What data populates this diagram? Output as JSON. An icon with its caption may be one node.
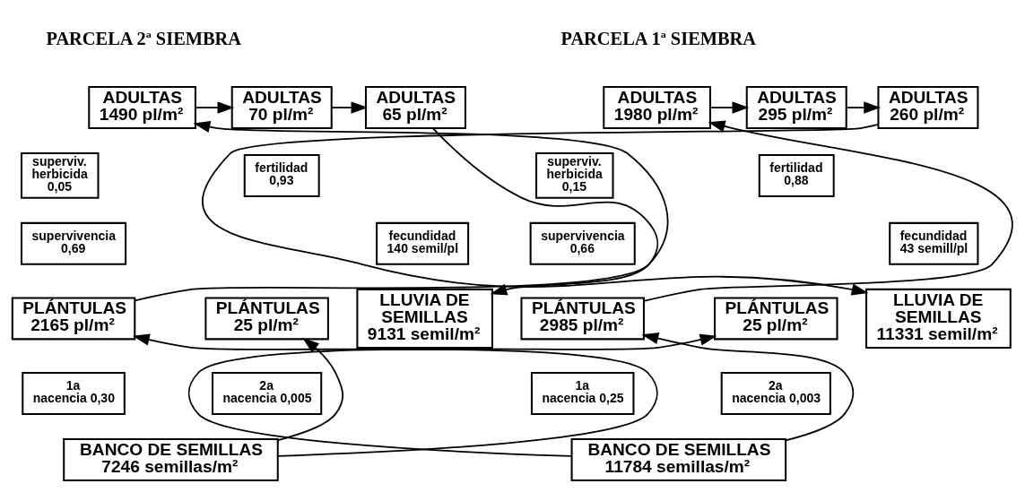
{
  "diagram": {
    "nodes": [
      {
        "text": [
          "ADULTAS 1980 pl/m²"
        ]
      },
      {
        "text": [
          "superviv. herbicida 0,15"
        ]
      },
      {
        "text": [
          "ADULTAS 295 pl/m²"
        ]
      },
      {
        "text": [
          "fertilidad 0,88"
        ]
      },
      {
        "text": [
          "ADULTAS 260 pl/m²"
        ]
      },
      {
        "text": [
          "supervivencia 0,66"
        ]
      },
      {
        "text": [
          "fecundidad 43 semill/pl"
        ]
      },
      {
        "text": [
          "PLÁNTULAS 2985 pl/m²"
        ]
      },
      {
        "text": [
          "PLÁNTULAS 25 pl/m²"
        ]
      },
      {
        "text": [
          "LLUVIA DE SEMILLAS 11331 semil/m²"
        ]
      },
      {
        "text": [
          "1a nacencia 0,25"
        ]
      },
      {
        "text": [
          "2a nacencia 0,003"
        ]
      },
      {
        "text": [
          "BANCO DE SEMILLAS 11784 semillas/m²"
        ]
      },
      {
        "text": [
          "ADULTAS 1490 pl/m²"
        ]
      },
      {
        "text": [
          "superviv. herbicida 0,05"
        ]
      },
      {
        "text": [
          "ADULTAS 70 pl/m²"
        ]
      },
      {
        "text": [
          "fertilidad 0,93"
        ]
      },
      {
        "text": [
          "ADULTAS 65 pl/m²"
        ]
      },
      {
        "text": [
          "supervivencia 0,69"
        ]
      },
      {
        "text": [
          "fecundidad 140 semil/pl"
        ]
      },
      {
        "text": [
          "PLÁNTULAS 2165 pl/m²"
        ]
      },
      {
        "text": [
          "PLÁNTULAS 25 pl/m²"
        ]
      },
      {
        "text": [
          "LLUVIA DE SEMILLAS 9131 semil/m²"
        ]
      },
      {
        "text": [
          "1a nacencia 0,30"
        ]
      },
      {
        "text": [
          "2a nacencia 0,005"
        ]
      },
      {
        "text": [
          "BANCO DE SEMILLAS 7246 semillas/m²"
        ]
      }
    ],
    "edges": [
      {
        "from": 0,
        "to": 2,
        "arrow": "to"
      },
      {
        "from": 2,
        "to": 4,
        "arrow": "to"
      },
      {
        "from": 4,
        "to": 9,
        "arrow": "to"
      },
      {
        "from": 7,
        "to": 0,
        "arrow": "to"
      },
      {
        "from": 12,
        "to": 7,
        "arrow": "to"
      },
      {
        "from": 12,
        "to": 8,
        "arrow": "to"
      },
      {
        "from": 13,
        "to": 15,
        "arrow": "to"
      },
      {
        "from": 15,
        "to": 17,
        "arrow": "to"
      },
      {
        "from": 17,
        "to": 22,
        "arrow": "to"
      },
      {
        "from": 20,
        "to": 13,
        "arrow": "to"
      },
      {
        "from": 25,
        "to": 20,
        "arrow": "to"
      },
      {
        "from": 25,
        "to": 21,
        "arrow": "to"
      }
    ],
    "labels": [
      "PARCELA 1ª SIEMBRA",
      "PARCELA 2ª SIEMBRA"
    ]
  }
}
